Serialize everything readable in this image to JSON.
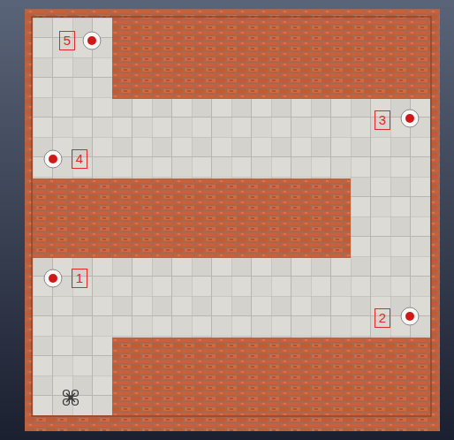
{
  "diagram": {
    "nodes": [
      {
        "text": [
          "5"
        ]
      },
      {
        "text": [
          "3"
        ]
      },
      {
        "text": [
          "4"
        ]
      },
      {
        "text": [
          "1"
        ]
      },
      {
        "text": [
          "2"
        ]
      }
    ]
  }
}
